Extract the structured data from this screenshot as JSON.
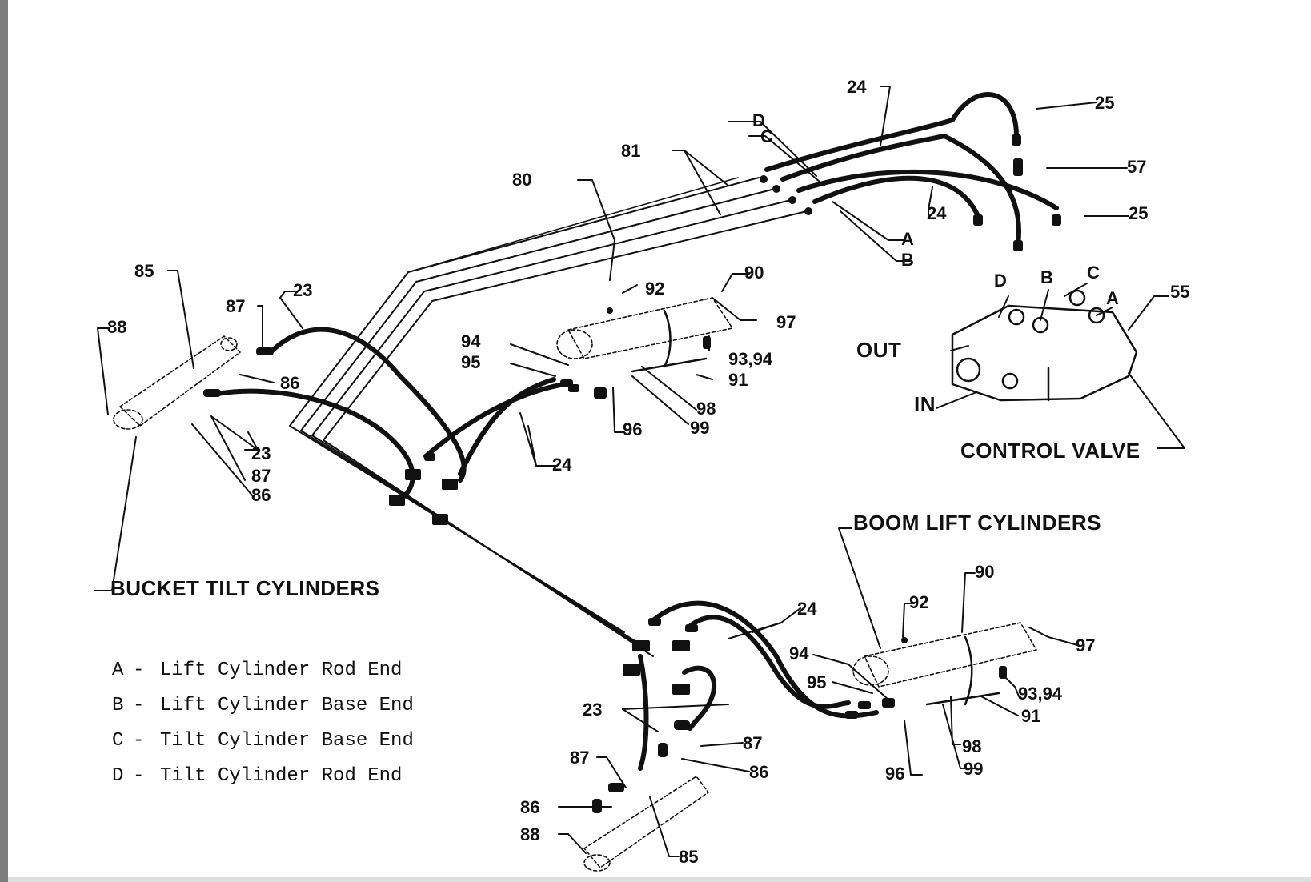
{
  "callouts": {
    "c80": "80",
    "c81": "81",
    "cD_top": "D",
    "cC_top": "C",
    "c24_top": "24",
    "c25_top": "25",
    "c57": "57",
    "c24_mid": "24",
    "c25_right": "25",
    "cA_right": "A",
    "cB_right": "B",
    "c85_top": "85",
    "c88_top": "88",
    "c87_top": "87",
    "c23_top": "23",
    "c86_top": "86",
    "c23_low": "23",
    "c87_low": "87",
    "c86_low": "86",
    "c92_top": "92",
    "c90_top": "90",
    "c97_top": "97",
    "c94_top": "94",
    "c95_top": "95",
    "c9394_top": "93,94",
    "c91_top": "91",
    "c98_top": "98",
    "c99_top": "99",
    "c96_top": "96",
    "c24_center": "24",
    "cD_valve": "D",
    "cB_valve": "B",
    "cC_valve": "C",
    "cA_valve": "A",
    "c55": "55",
    "out": "OUT",
    "in": "IN",
    "c92_bot": "92",
    "c90_bot": "90",
    "c97_bot": "97",
    "c24_bot": "24",
    "c94_bot": "94",
    "c95_bot": "95",
    "c9394_bot": "93,94",
    "c91_bot": "91",
    "c98_bot": "98",
    "c99_bot": "99",
    "c96_bot": "96",
    "c23_bot": "23",
    "c87_bot_r": "87",
    "c86_bot_r": "86",
    "c87_bot_l": "87",
    "c86_bot_l": "86",
    "c88_bot": "88",
    "c85_bot": "85"
  },
  "titles": {
    "control_valve": "CONTROL VALVE",
    "boom_lift": "BOOM LIFT CYLINDERS",
    "bucket_tilt": "BUCKET TILT CYLINDERS"
  },
  "legend": [
    {
      "key": "A",
      "dash": "-",
      "text": "Lift Cylinder Rod End"
    },
    {
      "key": "B",
      "dash": "-",
      "text": "Lift Cylinder Base End"
    },
    {
      "key": "C",
      "dash": "-",
      "text": "Tilt Cylinder Base End"
    },
    {
      "key": "D",
      "dash": "-",
      "text": "Tilt Cylinder Rod End"
    }
  ]
}
